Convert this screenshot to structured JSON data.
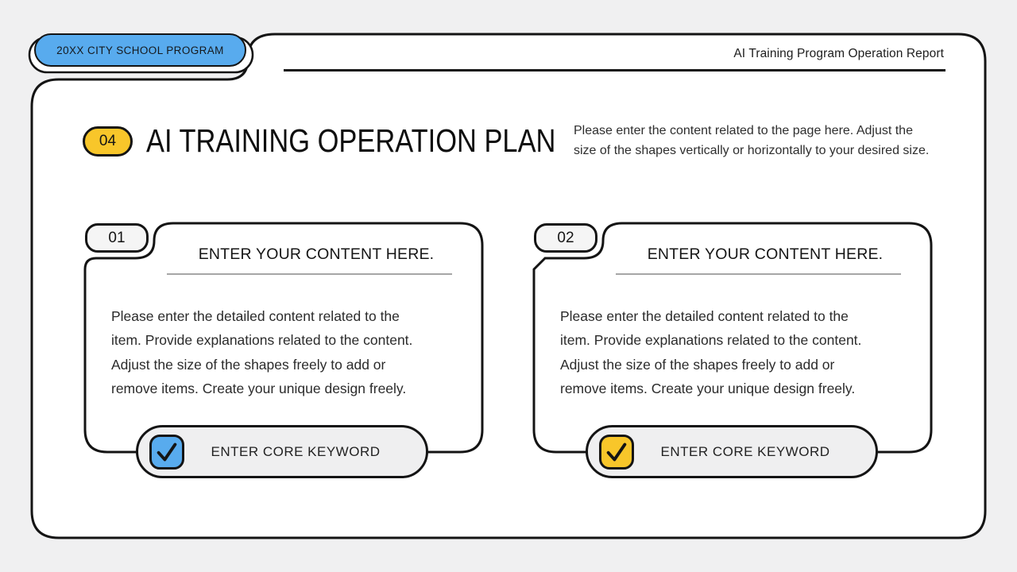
{
  "page": {
    "background_color": "#f0f0f1",
    "panel_color": "#ffffff",
    "outline_color": "#141414"
  },
  "badge": {
    "label": "20XX CITY SCHOOL PROGRAM",
    "color": "#58abee"
  },
  "header": {
    "report_title": "AI Training Program Operation Report"
  },
  "section": {
    "number": "04",
    "number_color": "#f8c62a",
    "title": "AI TRAINING OPERATION PLAN",
    "description_lines": [
      "Please enter the content related to the page here. Adjust the",
      "size of the shapes vertically or horizontally to your desired size."
    ]
  },
  "cards": [
    {
      "number": "01",
      "heading": "ENTER YOUR CONTENT HERE.",
      "body_lines": [
        "Please enter the detailed content related to the",
        "item. Provide explanations related to the content.",
        "Adjust the size of the shapes freely to add or",
        "remove items. Create your unique design freely."
      ],
      "keyword_label": "ENTER CORE KEYWORD",
      "accent_color": "#58abee",
      "check_icon": "check-icon"
    },
    {
      "number": "02",
      "heading": "ENTER YOUR CONTENT HERE.",
      "body_lines": [
        "Please enter the detailed content related to the",
        "item. Provide explanations related to the content.",
        "Adjust the size of the shapes freely to add or",
        "remove items. Create your unique design freely."
      ],
      "keyword_label": "ENTER CORE KEYWORD",
      "accent_color": "#f8c62a",
      "check_icon": "check-icon"
    }
  ]
}
